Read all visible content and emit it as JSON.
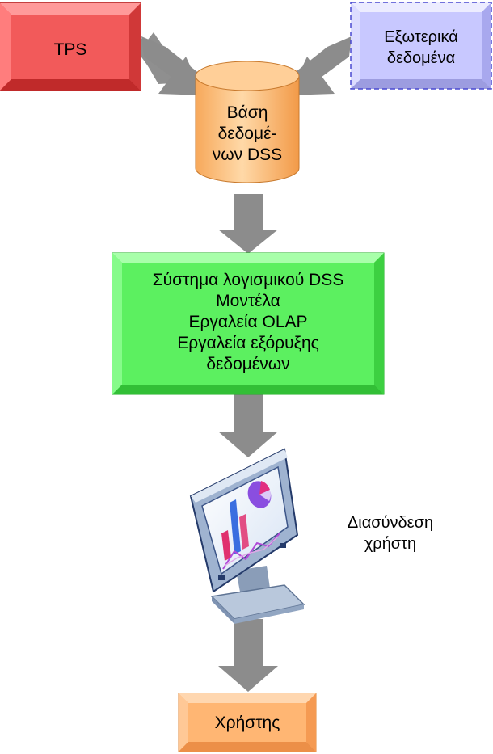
{
  "nodes": {
    "tps": {
      "label": "TPS",
      "color": "#f25a5a"
    },
    "external_data": {
      "lines": [
        "Εξωτερικά",
        "δεδομένα"
      ],
      "color": "#c8c8ff"
    },
    "dss_database": {
      "lines": [
        "Βάση",
        "δεδομέ-",
        "νων DSS"
      ],
      "color": "#ffc07a"
    },
    "dss_software": {
      "lines": [
        "Σύστημα λογισμικού DSS",
        "Μοντέλα",
        "Εργαλεία OLAP",
        "Εργαλεία εξόρυξης",
        "δεδομένων"
      ],
      "color": "#5cf060"
    },
    "user_interface": {
      "lines": [
        "Διασύνδεση",
        "χρήστη"
      ],
      "icon": "computer-monitor-icon"
    },
    "user": {
      "label": "Χρήστης",
      "color": "#ffb673"
    }
  },
  "arrow_color": "#8c8c8c"
}
